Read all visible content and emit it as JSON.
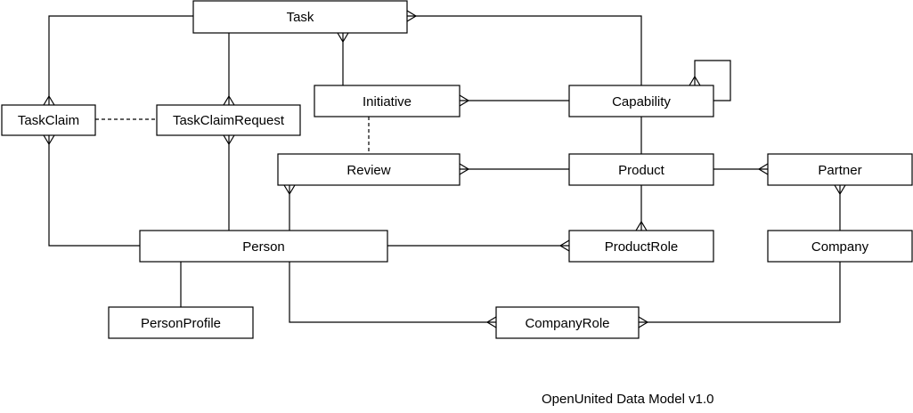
{
  "entities": {
    "task": "Task",
    "taskclaim": "TaskClaim",
    "taskclaimrequest": "TaskClaimRequest",
    "initiative": "Initiative",
    "capability": "Capability",
    "review": "Review",
    "product": "Product",
    "partner": "Partner",
    "person": "Person",
    "productrole": "ProductRole",
    "company": "Company",
    "personprofile": "PersonProfile",
    "companyrole": "CompanyRole"
  },
  "relationships": [
    {
      "from": "task",
      "to": "taskclaim",
      "style": "solid",
      "many_end": "taskclaim"
    },
    {
      "from": "task",
      "to": "taskclaimrequest",
      "style": "solid",
      "many_end": "taskclaimrequest"
    },
    {
      "from": "initiative",
      "to": "task",
      "style": "solid",
      "many_end": "task"
    },
    {
      "from": "capability",
      "to": "task",
      "style": "solid",
      "many_end": "task"
    },
    {
      "from": "taskclaim",
      "to": "taskclaimrequest",
      "style": "dashed"
    },
    {
      "from": "capability",
      "to": "initiative",
      "style": "solid",
      "many_end": "initiative"
    },
    {
      "from": "capability",
      "to": "capability",
      "style": "solid",
      "many_end": "capability"
    },
    {
      "from": "initiative",
      "to": "review",
      "style": "dashed"
    },
    {
      "from": "capability",
      "to": "product",
      "style": "solid"
    },
    {
      "from": "product",
      "to": "review",
      "style": "solid",
      "many_end": "review"
    },
    {
      "from": "product",
      "to": "partner",
      "style": "solid",
      "many_end": "partner"
    },
    {
      "from": "product",
      "to": "productrole",
      "style": "solid",
      "many_end": "productrole"
    },
    {
      "from": "company",
      "to": "partner",
      "style": "solid",
      "many_end": "partner"
    },
    {
      "from": "person",
      "to": "taskclaim",
      "style": "solid",
      "many_end": "taskclaim"
    },
    {
      "from": "person",
      "to": "taskclaimrequest",
      "style": "solid",
      "many_end": "taskclaimrequest"
    },
    {
      "from": "person",
      "to": "review",
      "style": "solid",
      "many_end": "review"
    },
    {
      "from": "person",
      "to": "productrole",
      "style": "solid",
      "many_end": "productrole"
    },
    {
      "from": "person",
      "to": "personprofile",
      "style": "solid"
    },
    {
      "from": "person",
      "to": "companyrole",
      "style": "solid",
      "many_end": "companyrole"
    },
    {
      "from": "company",
      "to": "companyrole",
      "style": "solid",
      "many_end": "companyrole"
    }
  ],
  "caption": "OpenUnited Data Model v1.0"
}
